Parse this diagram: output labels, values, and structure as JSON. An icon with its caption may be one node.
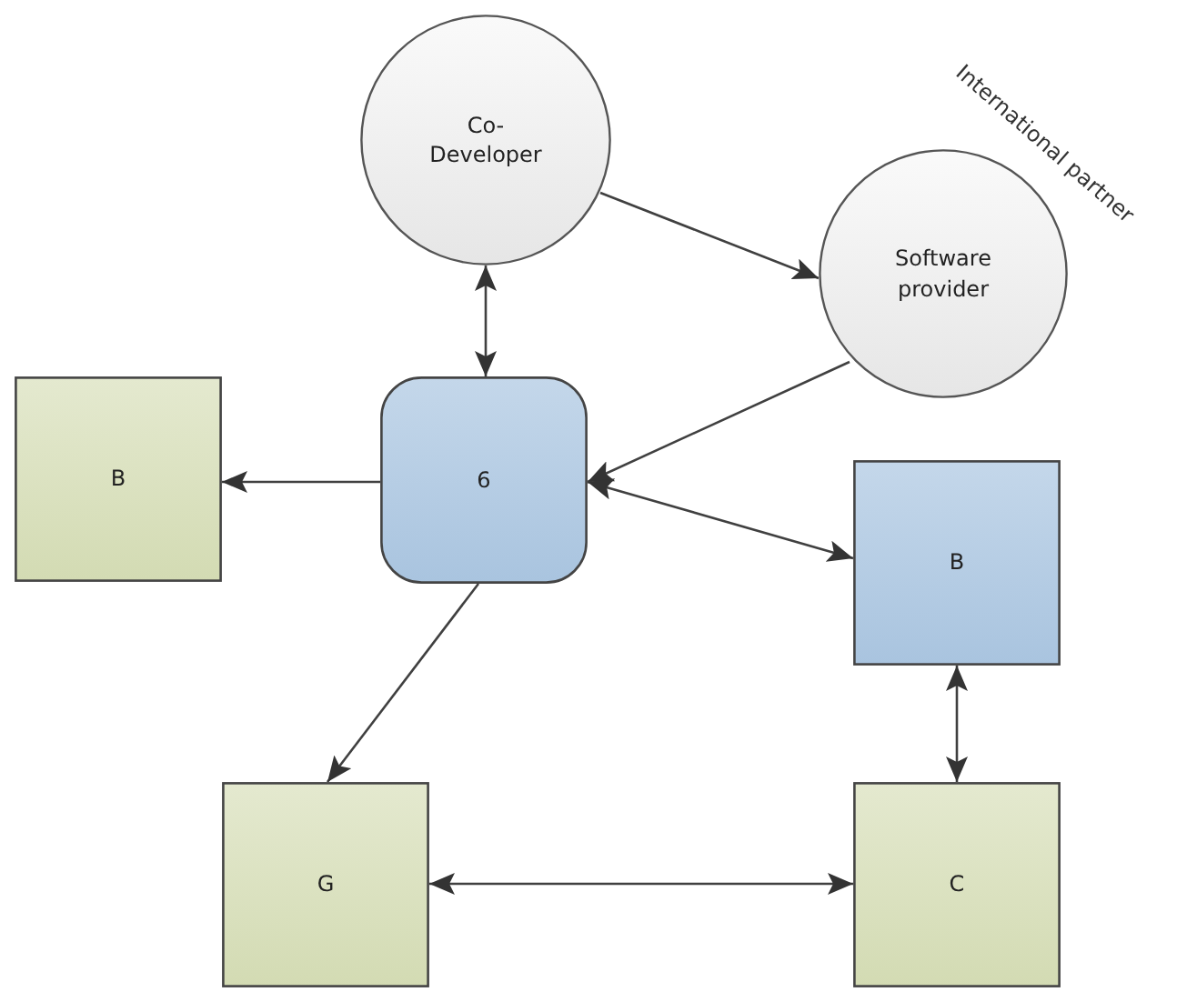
{
  "diagram": {
    "nodes": [
      {
        "text": [
          "Co-Developer"
        ]
      },
      {
        "text": [
          "Software provider"
        ]
      },
      {
        "text": [
          "6"
        ]
      },
      {
        "text": [
          "B"
        ]
      },
      {
        "text": [
          "B"
        ]
      },
      {
        "text": [
          "G"
        ]
      },
      {
        "text": [
          "C"
        ]
      }
    ],
    "edges": [
      {
        "from": 0,
        "to": 1,
        "arrow": "to"
      },
      {
        "from": 0,
        "to": 2,
        "arrow": "both"
      },
      {
        "from": 1,
        "to": 2,
        "arrow": "to"
      },
      {
        "from": 2,
        "to": 3,
        "arrow": "to"
      },
      {
        "from": 2,
        "to": 4,
        "arrow": "both"
      },
      {
        "from": 2,
        "to": 5,
        "arrow": "to"
      },
      {
        "from": 4,
        "to": 6,
        "arrow": "both"
      },
      {
        "from": 5,
        "to": 6,
        "arrow": "both"
      }
    ],
    "labels": [
      "International partner"
    ]
  }
}
